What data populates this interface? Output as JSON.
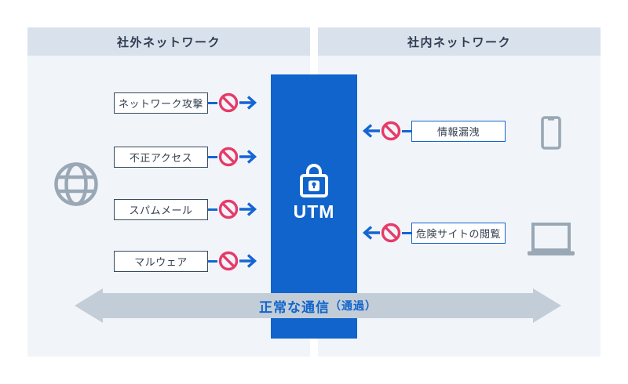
{
  "diagram": {
    "external": {
      "title": "社外ネットワーク",
      "threats": [
        "ネットワーク攻撃",
        "不正アクセス",
        "スパムメール",
        "マルウェア"
      ]
    },
    "internal": {
      "title": "社内ネットワーク",
      "threats": [
        "情報漏洩",
        "危険サイトの閲覧"
      ]
    },
    "utm": {
      "label": "UTM"
    },
    "bottom": {
      "label_main": "正常な通信",
      "label_sub": "（通過）"
    },
    "icons": {
      "left_side": "globe-icon",
      "center": "lock-icon",
      "block": "no-entry-icon",
      "internal_top": "smartphone-icon",
      "internal_bottom": "laptop-icon"
    },
    "colors": {
      "utm_blue": "#1064CB",
      "arrow_blue": "#1565D3",
      "block_pink": "#E73A68",
      "device_gray": "#9AA7B5",
      "band_gray": "#C3CDD8",
      "header_bg": "#D9E1EC",
      "panel_bg": "#F1F5F9",
      "text_dark": "#333E4F"
    }
  }
}
